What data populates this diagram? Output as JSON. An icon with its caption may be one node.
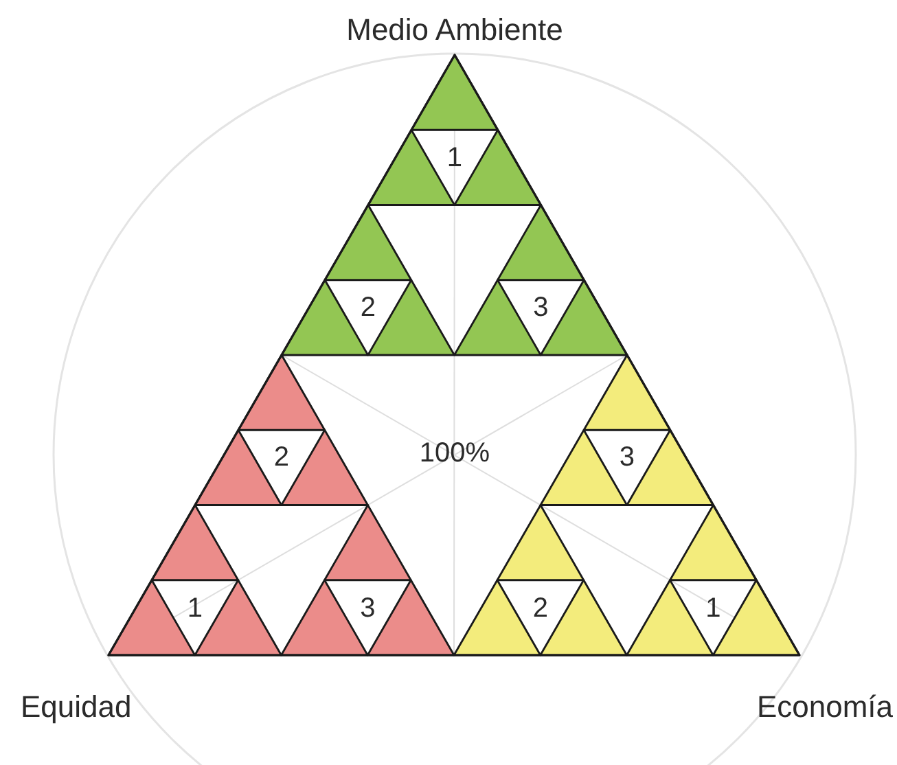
{
  "diagram": {
    "labels": [
      "Medio Ambiente",
      "1",
      "2",
      "3",
      "2",
      "100%",
      "3",
      "1",
      "3",
      "2",
      "1",
      "Equidad",
      "Economía"
    ]
  }
}
